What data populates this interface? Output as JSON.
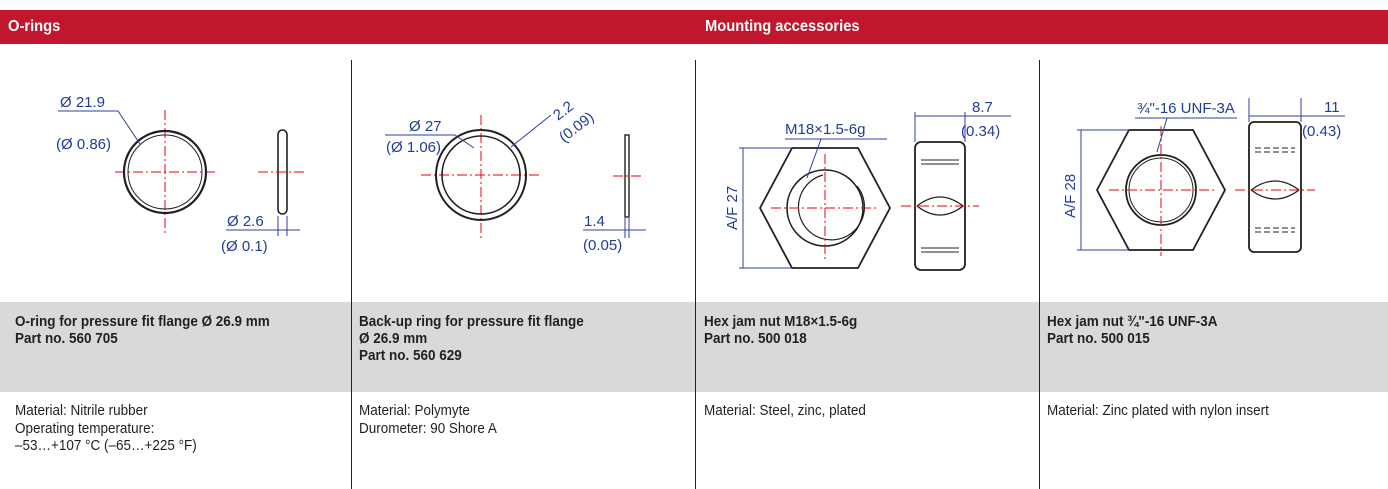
{
  "header": {
    "left_title": "O-rings",
    "right_title": "Mounting accessories"
  },
  "colors": {
    "header_bg": "#c0172f",
    "title_row_bg": "#d9d9d9",
    "dimension": "#1f3d99",
    "centerline": "#e30613"
  },
  "products": [
    {
      "title": "O-ring for pressure fit flange Ø 26.9 mm\nPart no. 560 705",
      "description": "Material: Nitrile rubber\nOperating temperature:\n–53…+107 °C (–65…+225 °F)",
      "dims": {
        "d1": "Ø 21.9",
        "d1_in": "(Ø 0.86)",
        "d2": "Ø 2.6",
        "d2_in": "(Ø 0.1)"
      }
    },
    {
      "title": "Back-up ring for pressure fit flange\nØ 26.9 mm\nPart no. 560 629",
      "description": "Material: Polymyte\nDurometer: 90 Shore A",
      "dims": {
        "d1": "Ø 27",
        "d1_in": "(Ø 1.06)",
        "d2": "2.2",
        "d2_in": "(0.09)",
        "d3": "1.4",
        "d3_in": "(0.05)"
      }
    },
    {
      "title": "Hex jam nut M18×1.5-6g\nPart no. 500 018",
      "description": "Material: Steel, zinc, plated",
      "dims": {
        "thread": "M18×1.5-6g",
        "af": "A/F 27",
        "w": "8.7",
        "w_in": "(0.34)"
      }
    },
    {
      "title": "Hex jam nut ¾\"-16 UNF-3A\nPart no. 500 015",
      "description": "Material: Zinc plated with nylon insert",
      "dims": {
        "thread": "¾\"-16 UNF-3A",
        "af": "A/F 28",
        "w": "11",
        "w_in": "(0.43)"
      }
    }
  ]
}
